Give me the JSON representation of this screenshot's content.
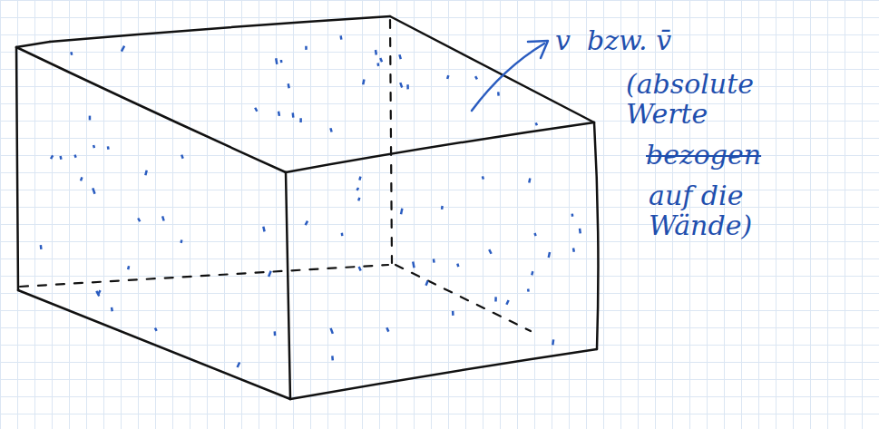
{
  "diagram": {
    "labels": [
      "v",
      "bzw. v̄",
      "(absolute Werte",
      "bezogen",
      "auf die Wände)"
    ]
  }
}
